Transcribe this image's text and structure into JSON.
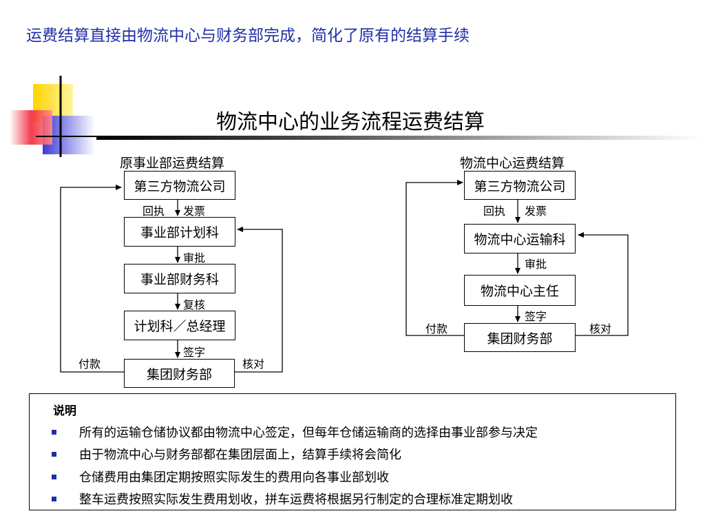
{
  "headline": "运费结算直接由物流中心与财务部完成，简化了原有的结算手续",
  "title": "物流中心的业务流程运费结算",
  "left_flow": {
    "title": "原事业部运费结算",
    "boxes": [
      "第三方物流公司",
      "事业部计划科",
      "事业部财务科",
      "计划科／总经理",
      "集团财务部"
    ],
    "labels": {
      "receipt": "回执",
      "invoice": "发票",
      "approve": "审批",
      "recheck": "复核",
      "sign": "签字",
      "pay": "付款",
      "verify": "核对"
    }
  },
  "right_flow": {
    "title": "物流中心运费结算",
    "boxes": [
      "第三方物流公司",
      "物流中心运输科",
      "物流中心主任",
      "集团财务部"
    ],
    "labels": {
      "receipt": "回执",
      "invoice": "发票",
      "approve": "审批",
      "sign": "签字",
      "pay": "付款",
      "verify": "核对"
    }
  },
  "notes": {
    "heading": "说明",
    "items": [
      "所有的运输仓储协议都由物流中心签定，但每年仓储运输商的选择由事业部参与决定",
      "由于物流中心与财务部都在集团层面上，结算手续将会简化",
      "仓储费用由集团定期按照实际发生的费用向各事业部划收",
      "整车运费按照实际发生费用划收，拼车运费将根据另行制定的合理标准定期划收"
    ]
  },
  "colors": {
    "headline": "#1f2fa6",
    "bullet": "#1f2fa6",
    "logo_yellow": "#ffd400",
    "logo_red": "#f0283c",
    "logo_blue": "#3a3ad8"
  }
}
